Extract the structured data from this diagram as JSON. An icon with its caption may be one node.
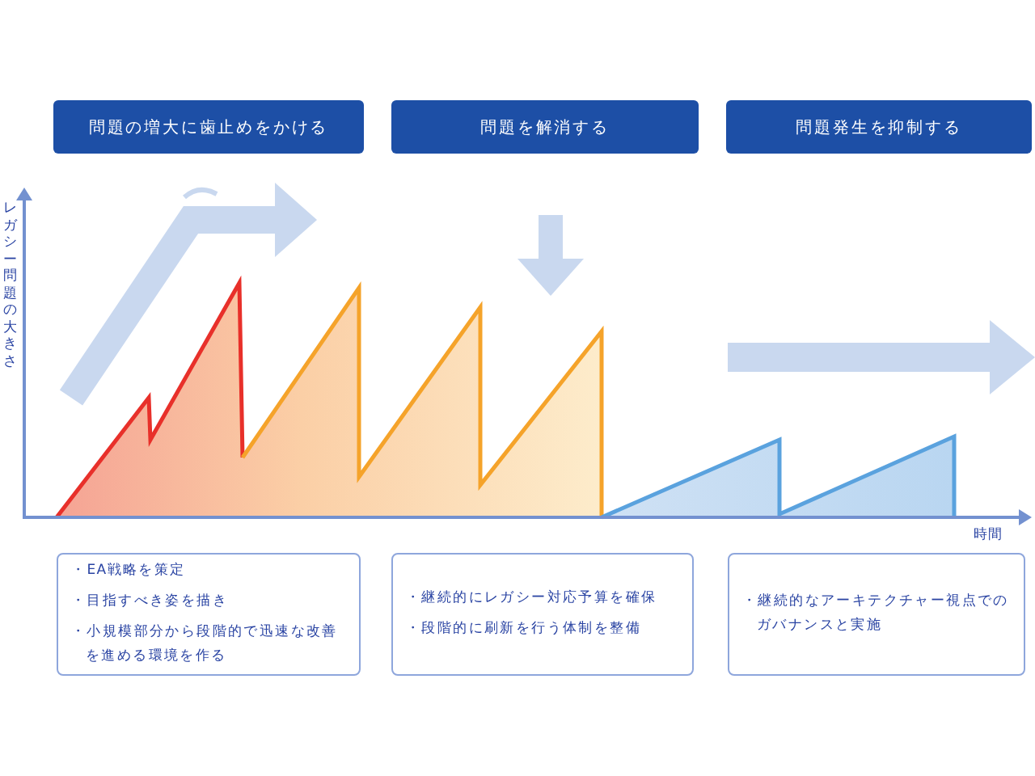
{
  "diagram": {
    "nodes": [
      {
        "text": [
          "問題の増大に歯止めをかける"
        ]
      },
      {
        "text": [
          "問題を解消する"
        ]
      },
      {
        "text": [
          "問題発生を抑制する"
        ]
      },
      {
        "text": [
          "・EA戦略を策定",
          "・目指すべき姿を描き",
          "・小規模部分から段階的で迅速な改善を進める環境を作る"
        ]
      },
      {
        "text": [
          "・継続的にレガシー対応予算を確保",
          "・段階的に刷新を行う体制を整備"
        ]
      },
      {
        "text": [
          "・継続的なアーキテクチャー視点でのガバナンスと実施"
        ]
      }
    ],
    "labels": [
      "レガシー問題の大きさ",
      "時間"
    ]
  }
}
